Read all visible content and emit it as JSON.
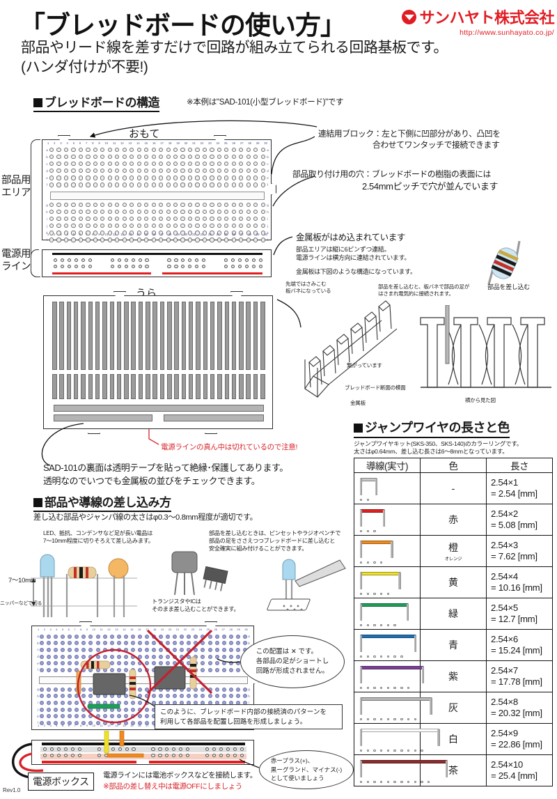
{
  "header": {
    "title": "「ブレッドボードの使い方」",
    "subtitle_line1": "部品やリード線を差すだけで回路が組み立てられる回路基板です。",
    "subtitle_line2": "(ハンダ付けが不要!)",
    "company": "サンハヤト株式会社",
    "url": "http://www.sunhayato.co.jp/",
    "brand_color": "#e11b22"
  },
  "section_structure": {
    "heading": "ブレッドボードの構造",
    "note": "※本例は\"SAD-101(小型ブレッドボード)\"です",
    "front_label": "おもて",
    "back_label": "うら",
    "side_label_parts": "部品用\nエリア",
    "side_label_parts_l1": "部品用",
    "side_label_parts_l2": "エリア",
    "side_label_power_l1": "電源用",
    "side_label_power_l2": "ライン",
    "column_numbers": [
      "1",
      "2",
      "3",
      "4",
      "5",
      "6",
      "7",
      "8",
      "9",
      "10",
      "11",
      "12",
      "13",
      "14",
      "15",
      "16",
      "17",
      "18",
      "19",
      "20",
      "21",
      "22",
      "23",
      "24",
      "25",
      "26",
      "27",
      "28",
      "29",
      "30"
    ],
    "row_labels_upper": [
      "a",
      "b",
      "c",
      "d",
      "e",
      "f"
    ],
    "row_labels_lower": [
      "g",
      "h",
      "i",
      "j",
      "k",
      "l"
    ]
  },
  "callouts": {
    "block_title": "連結用ブロック：左と下側に凹部分があり、凸凹を",
    "block_line2": "合わせてワンタッチで接続できます",
    "hole_title": "部品取り付け用の穴：ブレッドボードの樹脂の表面には",
    "hole_line2": "2.54mmピッチで穴が並んでいます",
    "metal_title": "金属板がはめ込まれています",
    "metal_line1": "部品エリアは縦に6ピンずつ連結。",
    "metal_line2": "電源ラインは横方向に連結されています。",
    "metal_line3": "金属板は下図のような構造になっています。",
    "insert_part": "部品を差し込む",
    "spring_note_l1": "先端ではさみこむ",
    "spring_note_l2": "板バネになっている",
    "connected": "繋がっています",
    "cross_note_l1": "部品を差し込むと、板バネで部品の足が",
    "cross_note_l2": "はさまれ電気的に接続されます。",
    "cross_section": "ブレッドボード断面の模面",
    "metal_plate": "金属板",
    "side_view": "横から見た図",
    "warn_power_cut": "電源ラインの真ん中は切れているので注意!",
    "back_desc_l1": "SAD-101の裏面は透明テープを貼って絶縁･保護してあります。",
    "back_desc_l2": "透明なのでいつでも金属板の並びをチェックできます。"
  },
  "section_insert": {
    "heading": "部品や導線の差し込み方",
    "note": "差し込む部品やジャンパ線の太さはφ0.3～0.8mm程度が適切です。",
    "left_note_l1": "LED、抵抗、コンデンサなど足が長い電品は",
    "left_note_l2": "7～10mm程度に切りそろえて差し込みます。",
    "right_note_l1": "部品を差し込むときは、ピンセットやラジオペンチで",
    "right_note_l2": "部品の足をささえつつブレッドボードに差し込むと",
    "right_note_l3": "安全確実に組み付けることができます。",
    "dim_label": "7～10mm",
    "cut_label": "ニッパーなどで切る",
    "transistor_note_l1": "トランジスタやICは",
    "transistor_note_l2": "そのまま差し込むことができます。"
  },
  "section_example": {
    "bad_bubble_l1": "この配置は ✕ です。",
    "bad_bubble_l2": "各部品の足がショートし",
    "bad_bubble_l3": "回路が形成されません。",
    "good_note_l1": "このように、ブレッドボード内部の接続済のパターンを",
    "good_note_l2": "利用して各部品を配置し回路を形成しましょう。",
    "power_box_label": "電源ボックス",
    "power_note_black": "電源ラインには電池ボックスなどを接続します。",
    "power_note_red": "※部品の差し替え中は電源OFFにしましょう",
    "polarity_l1": "赤ープラス(+)、",
    "polarity_l2": "黒ーグランド、マイナス(-)",
    "polarity_l3": "として使いましょう"
  },
  "jump_wire": {
    "heading": "ジャンプワイヤの長さと色",
    "note_l1": "ジャンプワイヤキット(SKS-350、SKS-140)のカラーリングです。",
    "note_l2": "太さはφ0.64mm、差し込む長さは6～8mmとなっています。",
    "columns": [
      "導線(実寸)",
      "色",
      "長さ"
    ],
    "rows": [
      {
        "color_name": "-",
        "kana": "",
        "hex": "#c9c9c9",
        "pitch": "2.54×1",
        "length": "= 2.54 [mm]",
        "span": 1
      },
      {
        "color_name": "赤",
        "kana": "",
        "hex": "#e02020",
        "pitch": "2.54×2",
        "length": "= 5.08 [mm]",
        "span": 2
      },
      {
        "color_name": "橙",
        "kana": "オレンジ",
        "hex": "#f08a1e",
        "pitch": "2.54×3",
        "length": "= 7.62 [mm]",
        "span": 3
      },
      {
        "color_name": "黄",
        "kana": "",
        "hex": "#efe02a",
        "pitch": "2.54×4",
        "length": "= 10.16 [mm]",
        "span": 4
      },
      {
        "color_name": "緑",
        "kana": "",
        "hex": "#1d9e5a",
        "pitch": "2.54×5",
        "length": "= 12.7 [mm]",
        "span": 5
      },
      {
        "color_name": "青",
        "kana": "",
        "hex": "#1f6fb4",
        "pitch": "2.54×6",
        "length": "= 15.24 [mm]",
        "span": 6
      },
      {
        "color_name": "紫",
        "kana": "",
        "hex": "#7b3f98",
        "pitch": "2.54×7",
        "length": "= 17.78 [mm]",
        "span": 7
      },
      {
        "color_name": "灰",
        "kana": "",
        "hex": "#b7b7b7",
        "pitch": "2.54×8",
        "length": "= 20.32 [mm]",
        "span": 8
      },
      {
        "color_name": "白",
        "kana": "",
        "hex": "#fdfdfd",
        "pitch": "2.54×9",
        "length": "= 22.86 [mm]",
        "span": 9
      },
      {
        "color_name": "茶",
        "kana": "",
        "hex": "#8e2b2b",
        "pitch": "2.54×10",
        "length": "= 25.4 [mm]",
        "span": 10
      }
    ]
  },
  "footer": {
    "revision": "Rev1.0"
  }
}
